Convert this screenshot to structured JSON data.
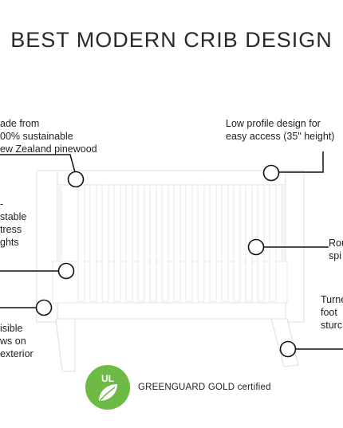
{
  "title": "BEST MODERN CRIB DESIGN",
  "callouts": {
    "pinewood": [
      "ade from",
      "00% sustainable",
      "ew Zealand pinewood"
    ],
    "low_profile": [
      "Low profile design for",
      "easy access (35\" height)"
    ],
    "mattress": [
      "-",
      "stable",
      "tress",
      "ghts"
    ],
    "round": [
      "Rou",
      "spi"
    ],
    "bolts": [
      "isible",
      "ws on",
      "exterior"
    ],
    "feet": [
      "Turne",
      "foot",
      "sturc"
    ]
  },
  "badge": {
    "mark": "UL",
    "label": "GREENGUARD GOLD certified",
    "color": "#6dbb45"
  }
}
